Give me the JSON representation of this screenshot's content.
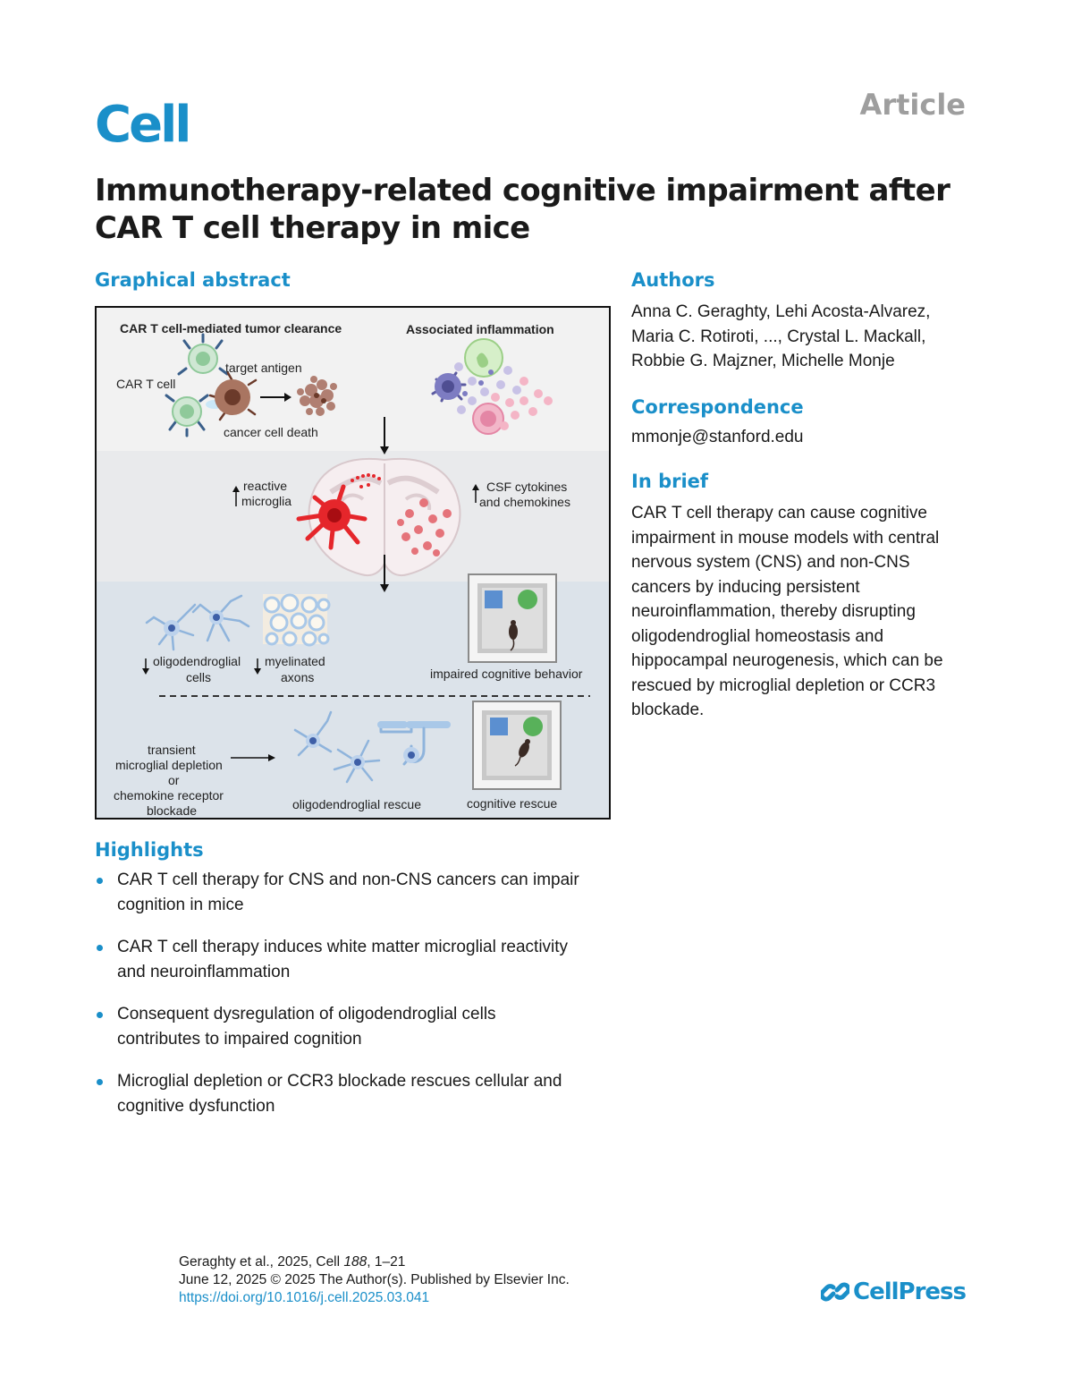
{
  "header": {
    "journal_logo": "Cell",
    "article_type": "Article"
  },
  "title": "Immunotherapy-related cognitive impairment after CAR T cell therapy in mice",
  "graphical_abstract": {
    "heading": "Graphical abstract",
    "panel1_title_left": "CAR T cell-mediated tumor clearance",
    "panel1_title_right": "Associated inflammation",
    "label_target_antigen": "target antigen",
    "label_car_t_cell": "CAR T cell",
    "label_cancer_cell_death": "cancer cell death",
    "label_reactive": "reactive",
    "label_microglia": "microglia",
    "label_csf_cytokines": "CSF cytokines",
    "label_and_chemokines": "and chemokines",
    "label_oligodendroglial": "oligodendroglial",
    "label_cells": "cells",
    "label_myelinated": "myelinated",
    "label_axons": "axons",
    "label_impaired_behavior": "impaired cognitive behavior",
    "label_transient": "transient",
    "label_microglial_depletion": "microglial depletion",
    "label_or": "or",
    "label_chemokine_receptor": "chemokine receptor",
    "label_blockade": "blockade",
    "label_oligodendroglial_rescue": "oligodendroglial rescue",
    "label_cognitive_rescue": "cognitive rescue",
    "colors": {
      "panel1_bg": "#f2f2f2",
      "panel2_bg": "#e9eaec",
      "panel3_bg": "#dce3ea",
      "microglia_red": "#e5262b",
      "oligo_blue": "#8fb4dc",
      "tcell_green": "#8fc99a"
    }
  },
  "authors": {
    "heading": "Authors",
    "lines": [
      "Anna C. Geraghty, Lehi Acosta-Alvarez,",
      "Maria C. Rotiroti, ..., Crystal L. Mackall,",
      "Robbie G. Majzner, Michelle Monje"
    ]
  },
  "correspondence": {
    "heading": "Correspondence",
    "email": "mmonje@stanford.edu"
  },
  "in_brief": {
    "heading": "In brief",
    "lines": [
      "CAR T cell therapy can cause cognitive",
      "impairment in mouse models with central",
      "nervous system (CNS) and non-CNS",
      "cancers by inducing persistent",
      "neuroinflammation, thereby disrupting",
      "oligodendroglial homeostasis and",
      "hippocampal neurogenesis, which can be",
      "rescued by microglial depletion or CCR3",
      "blockade."
    ]
  },
  "highlights": {
    "heading": "Highlights",
    "items": [
      {
        "line1": "CAR T cell therapy for CNS and non-CNS cancers can impair",
        "line2": "cognition in mice"
      },
      {
        "line1": "CAR T cell therapy induces white matter microglial reactivity",
        "line2": "and neuroinflammation"
      },
      {
        "line1": "Consequent dysregulation of oligodendroglial cells",
        "line2": "contributes to impaired cognition"
      },
      {
        "line1": "Microglial depletion or CCR3 blockade rescues cellular and",
        "line2": "cognitive dysfunction"
      }
    ]
  },
  "footer": {
    "citation_prefix": "Geraghty et al., 2025, Cell ",
    "citation_volume": "188",
    "citation_pages": ", 1–21",
    "date_line": "June 12, 2025 © 2025 The Author(s). Published by Elsevier Inc.",
    "doi": "https://doi.org/10.1016/j.cell.2025.03.041",
    "publisher_logo": "CellPress"
  }
}
